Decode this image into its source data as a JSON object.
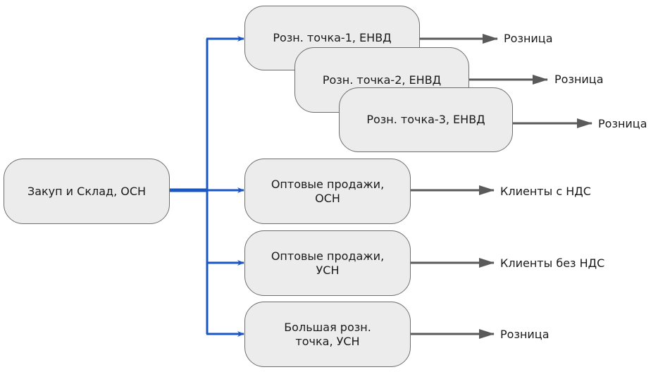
{
  "colors": {
    "node_fill": "#ececec",
    "node_border": "#6e6e6e",
    "supply_arrow": "#1a56c4",
    "output_arrow": "#5a5a5a"
  },
  "source": {
    "label": "Закуп и Склад, ОСН"
  },
  "nodes": [
    {
      "id": "retail-1",
      "label": "Розн. точка-1, ЕНВД",
      "target": "Розница"
    },
    {
      "id": "retail-2",
      "label": "Розн. точка-2, ЕНВД",
      "target": "Розница"
    },
    {
      "id": "retail-3",
      "label": "Розн. точка-3, ЕНВД",
      "target": "Розница"
    },
    {
      "id": "wholesale-osn",
      "label": "Оптовые продажи, ОСН",
      "target": "Клиенты с НДС"
    },
    {
      "id": "wholesale-usn",
      "label": "Оптовые продажи, УСН",
      "target": "Клиенты без НДС"
    },
    {
      "id": "big-retail-usn",
      "label": "Большая розн. точка, УСН",
      "target": "Розница"
    }
  ],
  "edges": [
    {
      "from": "source",
      "to": "retail-1"
    },
    {
      "from": "source",
      "to": "wholesale-osn"
    },
    {
      "from": "source",
      "to": "wholesale-usn"
    },
    {
      "from": "source",
      "to": "big-retail-usn"
    },
    {
      "from": "retail-1",
      "to": "target-0"
    },
    {
      "from": "retail-2",
      "to": "target-1"
    },
    {
      "from": "retail-3",
      "to": "target-2"
    },
    {
      "from": "wholesale-osn",
      "to": "target-3"
    },
    {
      "from": "wholesale-usn",
      "to": "target-4"
    },
    {
      "from": "big-retail-usn",
      "to": "target-5"
    }
  ]
}
